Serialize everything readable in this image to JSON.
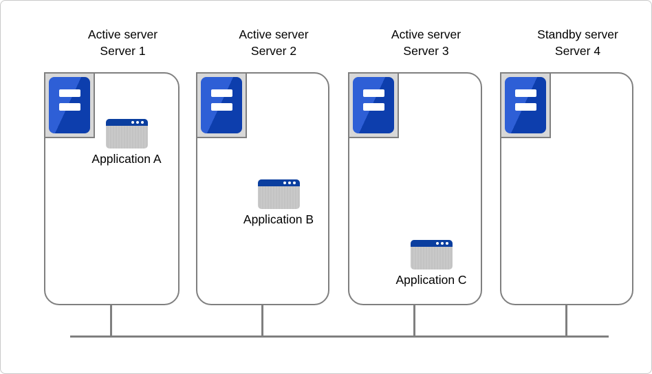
{
  "diagram": {
    "title": "",
    "servers": [
      {
        "role_label": "Active server",
        "name_label": "Server 1",
        "application": {
          "label": "Application A"
        }
      },
      {
        "role_label": "Active server",
        "name_label": "Server 2",
        "application": {
          "label": "Application B"
        }
      },
      {
        "role_label": "Active server",
        "name_label": "Server 3",
        "application": {
          "label": "Application C"
        }
      },
      {
        "role_label": "Standby server",
        "name_label": "Server 4"
      }
    ],
    "icons": {
      "server_icon": "server-tower-icon",
      "application_icon": "application-window-icon"
    },
    "network": {
      "type": "shared-bus",
      "connected_servers": 4
    },
    "colors": {
      "background": "#ffffff",
      "canvas_border": "#c8c8c8",
      "server_box_border": "#7f7f7f",
      "icon_frame_bg": "#d8d8d8",
      "icon_frame_border": "#7f7f7f",
      "tower_blue_light": "#2e5fd6",
      "tower_blue_dark": "#0d3ead",
      "app_titlebar_blue": "#0a3e9f",
      "app_body_gray": "#c9c9c9",
      "network_line": "#7f7f7f",
      "text": "#000000"
    }
  }
}
